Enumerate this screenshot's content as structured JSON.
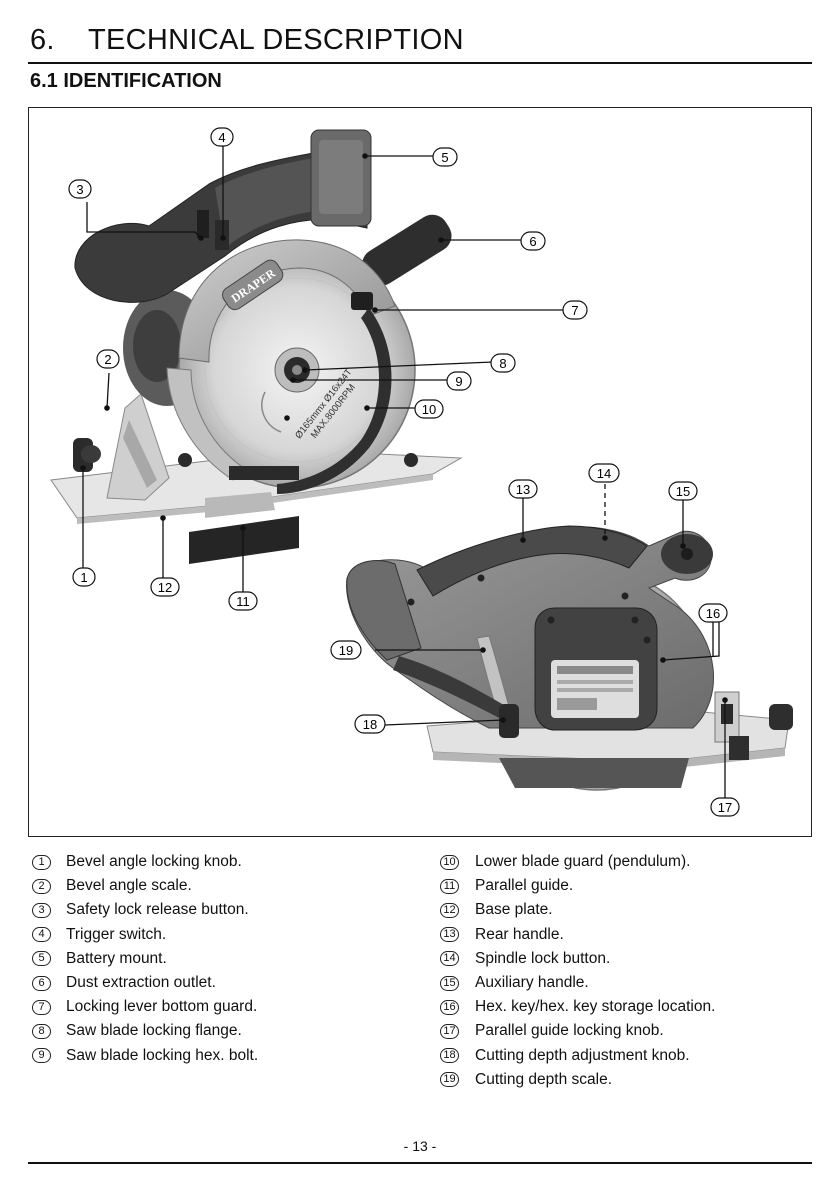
{
  "header": {
    "section_number": "6.",
    "section_title": "TECHNICAL DESCRIPTION",
    "subsection_title": "6.1 IDENTIFICATION"
  },
  "figure": {
    "callout_numbers": [
      "1",
      "2",
      "3",
      "4",
      "5",
      "6",
      "7",
      "8",
      "9",
      "10",
      "11",
      "12",
      "13",
      "14",
      "15",
      "16",
      "17",
      "18",
      "19"
    ],
    "brand_logo_text": "DRAPER",
    "blade_text_1": "Ø165mmx Ø16x24T",
    "blade_text_2": "MAX.8000RPM"
  },
  "legend": {
    "left": [
      {
        "num": "1",
        "label": "Bevel angle locking knob."
      },
      {
        "num": "2",
        "label": "Bevel angle scale."
      },
      {
        "num": "3",
        "label": "Safety lock release button."
      },
      {
        "num": "4",
        "label": "Trigger switch."
      },
      {
        "num": "5",
        "label": "Battery mount."
      },
      {
        "num": "6",
        "label": "Dust extraction outlet."
      },
      {
        "num": "7",
        "label": "Locking lever bottom guard."
      },
      {
        "num": "8",
        "label": "Saw blade locking flange."
      },
      {
        "num": "9",
        "label": "Saw blade locking hex. bolt."
      }
    ],
    "right": [
      {
        "num": "10",
        "label": "Lower blade guard (pendulum)."
      },
      {
        "num": "11",
        "label": "Parallel guide."
      },
      {
        "num": "12",
        "label": "Base plate."
      },
      {
        "num": "13",
        "label": "Rear handle."
      },
      {
        "num": "14",
        "label": "Spindle lock button."
      },
      {
        "num": "15",
        "label": "Auxiliary handle."
      },
      {
        "num": "16",
        "label": "Hex. key/hex. key storage location."
      },
      {
        "num": "17",
        "label": "Parallel guide locking knob."
      },
      {
        "num": "18",
        "label": "Cutting depth adjustment knob."
      },
      {
        "num": "19",
        "label": "Cutting depth scale."
      }
    ]
  },
  "footer": {
    "page_number": "- 13 -"
  }
}
